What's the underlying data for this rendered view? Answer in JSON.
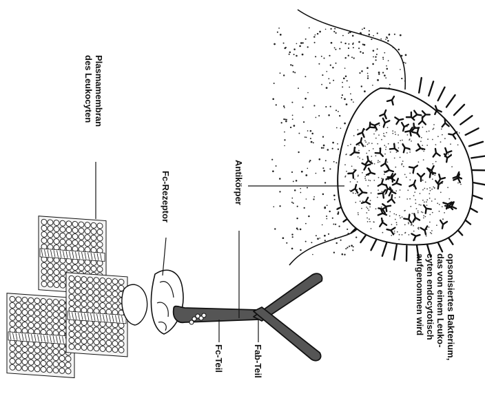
{
  "colors": {
    "ink": "#111111",
    "antibody_fill": "#555555",
    "membrane_fill": "#f4f4f4",
    "background": "#ffffff"
  },
  "labels": {
    "membrane_line1": "Plasmamembran",
    "membrane_line2": "des Leukocyten",
    "fc_receptor": "Fc-Rezeptor",
    "antibody": "Antikörper",
    "fc_part": "Fc-Teil",
    "fab_part": "Fab-Teil",
    "bacterium_line1": "opsonisiertes Bakterium,",
    "bacterium_line2": "das von einem Leuko-",
    "bacterium_line3": "cyten endocytotisch",
    "bacterium_line4": "aufgenommen wird"
  }
}
